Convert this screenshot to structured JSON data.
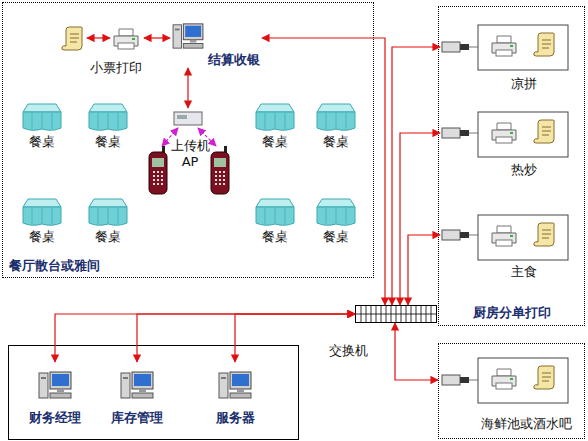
{
  "diagram": {
    "nodes": [
      {
        "text": [
          "餐厅散台或雅间"
        ]
      },
      {
        "text": [
          "小票打印"
        ],
        "in": 0
      },
      {
        "text": [
          "结算收银"
        ],
        "in": 0
      },
      {
        "text": [
          "上传机 AP"
        ],
        "in": 0
      },
      {
        "text": [
          "餐桌"
        ],
        "in": 0
      },
      {
        "text": [
          "餐桌"
        ],
        "in": 0
      },
      {
        "text": [
          "餐桌"
        ],
        "in": 0
      },
      {
        "text": [
          "餐桌"
        ],
        "in": 0
      },
      {
        "text": [
          "餐桌"
        ],
        "in": 0
      },
      {
        "text": [
          "餐桌"
        ],
        "in": 0
      },
      {
        "text": [
          "餐桌"
        ],
        "in": 0
      },
      {
        "text": [
          "餐桌"
        ],
        "in": 0
      },
      {
        "text": [
          "厨房分单打印"
        ]
      },
      {
        "text": [
          "凉拼"
        ],
        "in": 12
      },
      {
        "text": [
          "热炒"
        ],
        "in": 12
      },
      {
        "text": [
          "主食"
        ],
        "in": 12
      },
      {
        "text": [
          "海鲜池或酒水吧"
        ]
      },
      {
        "text": [
          "财务经理"
        ]
      },
      {
        "text": [
          "库存管理"
        ]
      },
      {
        "text": [
          "服务器"
        ]
      },
      {
        "text": [
          "交换机"
        ]
      }
    ],
    "edges": [
      {
        "from": 2,
        "to": 1,
        "arrow": "both"
      },
      {
        "from": 2,
        "to": 3,
        "arrow": "both"
      },
      {
        "from": 2,
        "to": 20,
        "arrow": "both"
      },
      {
        "from": 20,
        "to": 13,
        "arrow": "both"
      },
      {
        "from": 20,
        "to": 14,
        "arrow": "both"
      },
      {
        "from": 20,
        "to": 15,
        "arrow": "both"
      },
      {
        "from": 20,
        "to": 16,
        "arrow": "both"
      },
      {
        "from": 20,
        "to": 17,
        "arrow": "both"
      },
      {
        "from": 20,
        "to": 18,
        "arrow": "both"
      },
      {
        "from": 20,
        "to": 19,
        "arrow": "both"
      }
    ]
  }
}
